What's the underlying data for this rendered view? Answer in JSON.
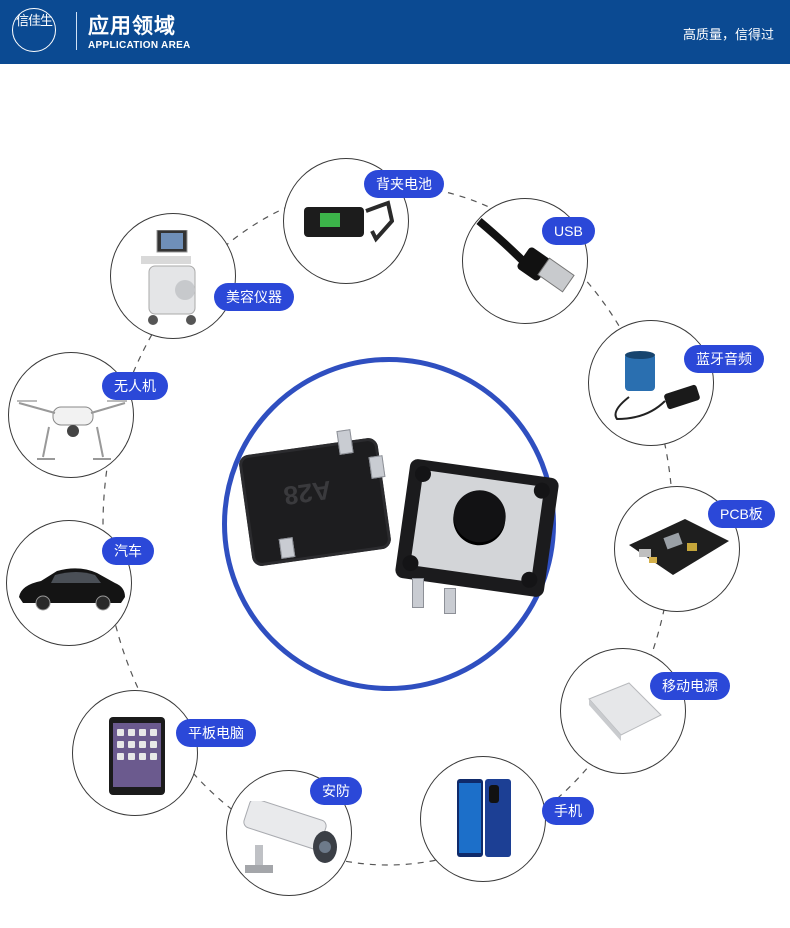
{
  "header": {
    "logo_text": "信佳生",
    "title_cn": "应用领域",
    "title_en": "APPLICATION AREA",
    "slogan": "高质量，信得过"
  },
  "center": {
    "switch_marking": "A28"
  },
  "applications": [
    {
      "label": "背夹电池",
      "icon": "phone-battery-case-icon"
    },
    {
      "label": "USB",
      "icon": "usb-plug-icon"
    },
    {
      "label": "美容仪器",
      "icon": "medical-device-icon"
    },
    {
      "label": "蓝牙音频",
      "icon": "bluetooth-speaker-icon"
    },
    {
      "label": "无人机",
      "icon": "drone-icon"
    },
    {
      "label": "PCB板",
      "icon": "pcb-board-icon"
    },
    {
      "label": "汽车",
      "icon": "car-icon"
    },
    {
      "label": "移动电源",
      "icon": "power-bank-icon"
    },
    {
      "label": "平板电脑",
      "icon": "tablet-icon"
    },
    {
      "label": "手机",
      "icon": "smartphone-icon"
    },
    {
      "label": "安防",
      "icon": "security-camera-icon"
    }
  ],
  "colors": {
    "header_bg": "#0b4a92",
    "label_bg": "#2b48d8",
    "ring": "#2f4fc0"
  }
}
